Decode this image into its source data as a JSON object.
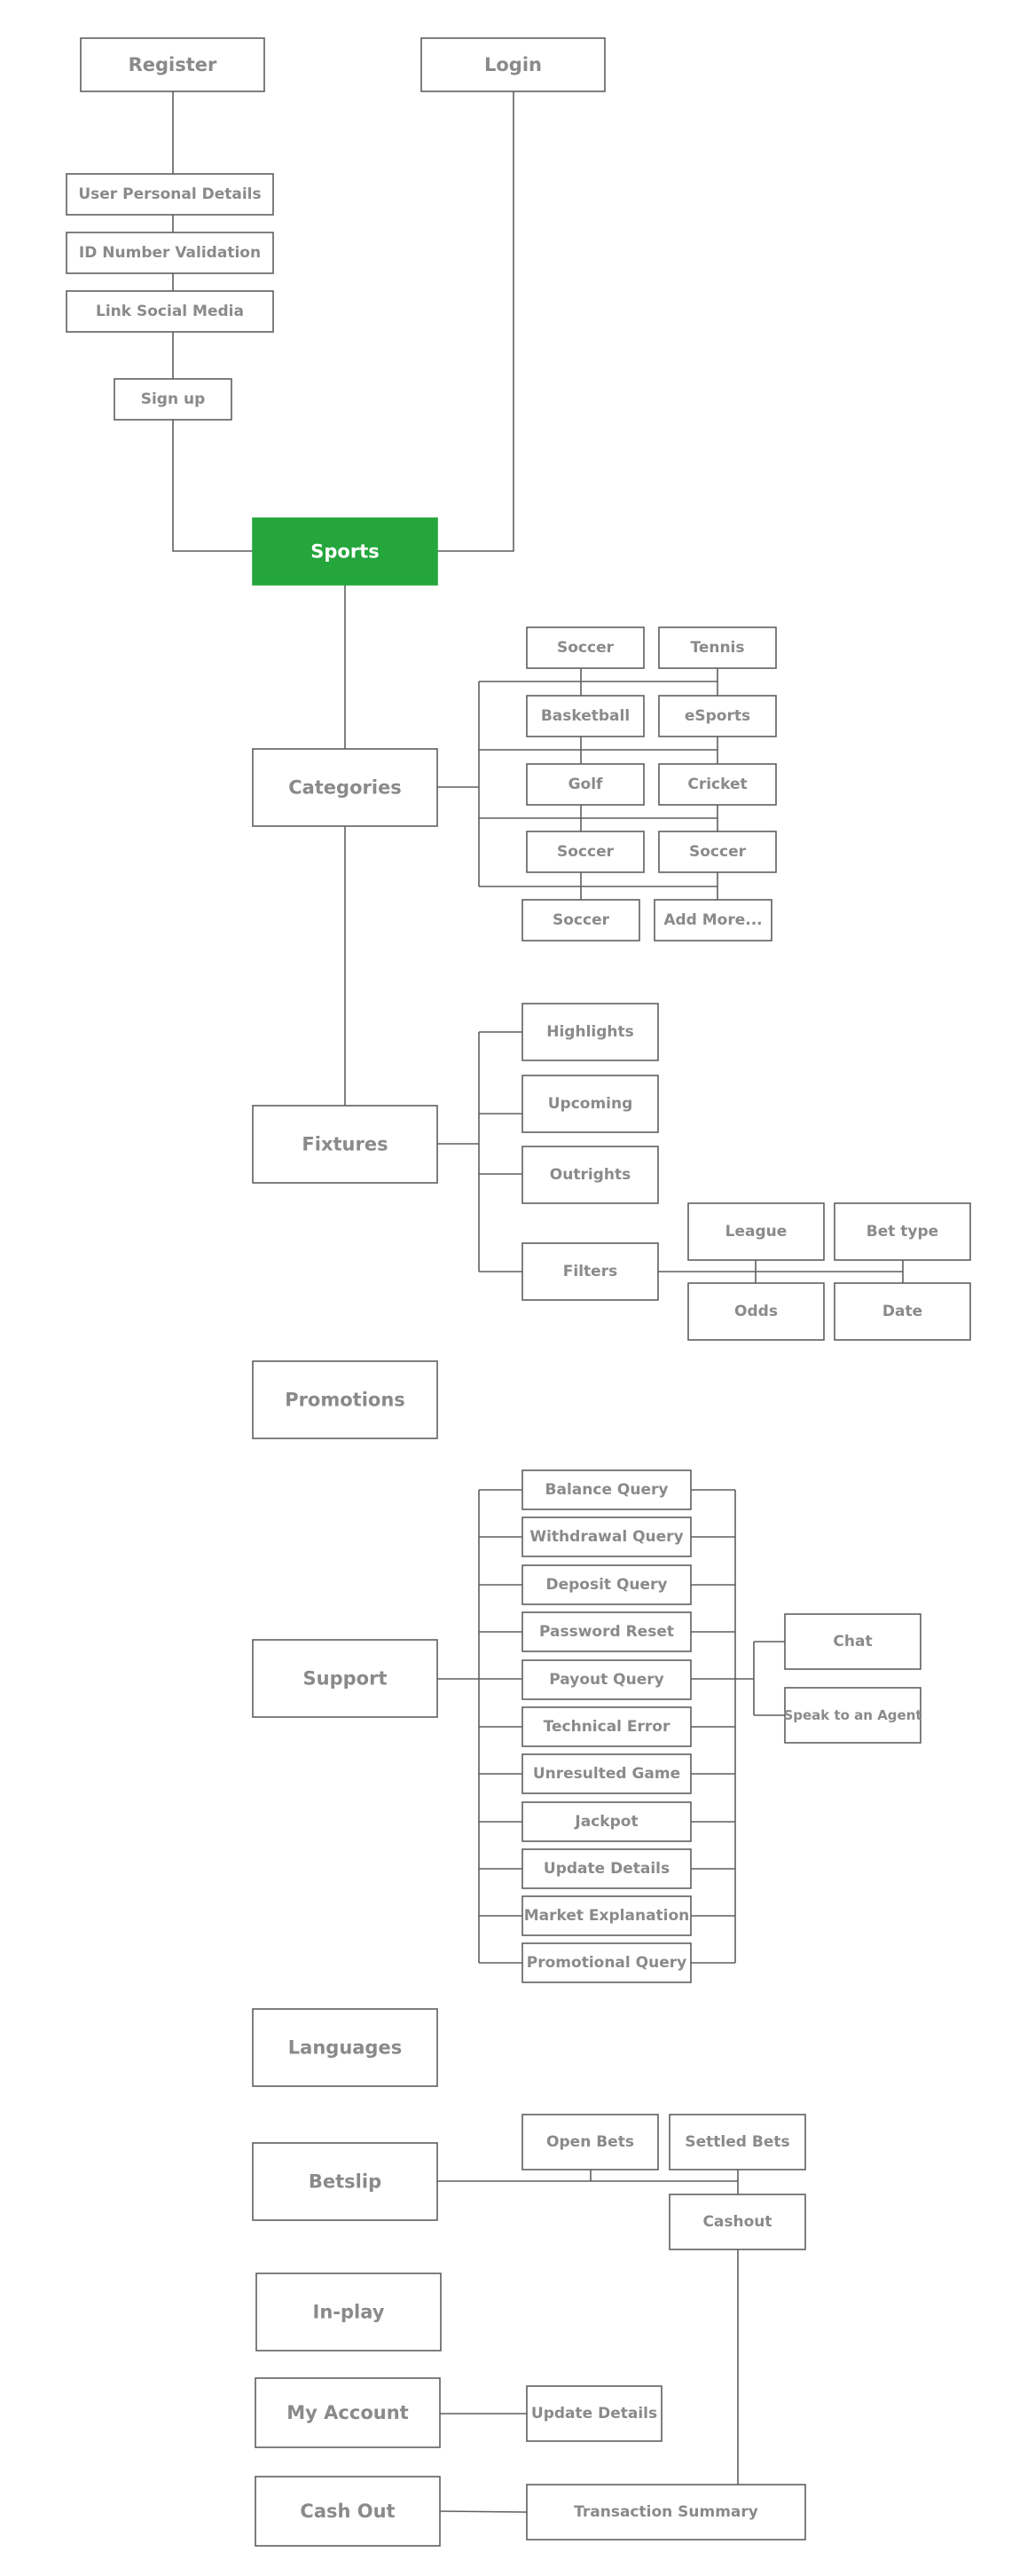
{
  "accent_color": "#24a63c",
  "line_color": "#5f5f5f",
  "text_color": "#8a8a8a",
  "nodes": {
    "register": "Register",
    "login": "Login",
    "user_details": "User Personal Details",
    "id_validation": "ID Number Validation",
    "link_social": "Link Social Media",
    "sign_up": "Sign up",
    "sports": "Sports",
    "categories": "Categories",
    "cat_soccer_1": "Soccer",
    "cat_tennis": "Tennis",
    "cat_basketball": "Basketball",
    "cat_esports": "eSports",
    "cat_golf": "Golf",
    "cat_cricket": "Cricket",
    "cat_soccer_2": "Soccer",
    "cat_soccer_3": "Soccer",
    "cat_soccer_4": "Soccer",
    "cat_add_more": "Add More...",
    "fixtures": "Fixtures",
    "highlights": "Highlights",
    "upcoming": "Upcoming",
    "outrights": "Outrights",
    "filters": "Filters",
    "league": "League",
    "bet_type": "Bet type",
    "odds": "Odds",
    "date": "Date",
    "promotions": "Promotions",
    "support": "Support",
    "balance_query": "Balance Query",
    "withdrawal_query": "Withdrawal Query",
    "deposit_query": "Deposit Query",
    "password_reset": "Password Reset",
    "payout_query": "Payout Query",
    "technical_error": "Technical Error",
    "unresulted_game": "Unresulted Game",
    "jackpot": "Jackpot",
    "update_details_support": "Update Details",
    "market_explanation": "Market Explanation",
    "promotional_query": "Promotional Query",
    "chat": "Chat",
    "speak_agent": "Speak to an Agent",
    "languages": "Languages",
    "betslip": "Betslip",
    "open_bets": "Open Bets",
    "settled_bets": "Settled Bets",
    "cashout": "Cashout",
    "in_play": "In-play",
    "my_account": "My Account",
    "update_details_account": "Update Details",
    "cash_out": "Cash Out",
    "transaction_summary": "Transaction Summary"
  }
}
